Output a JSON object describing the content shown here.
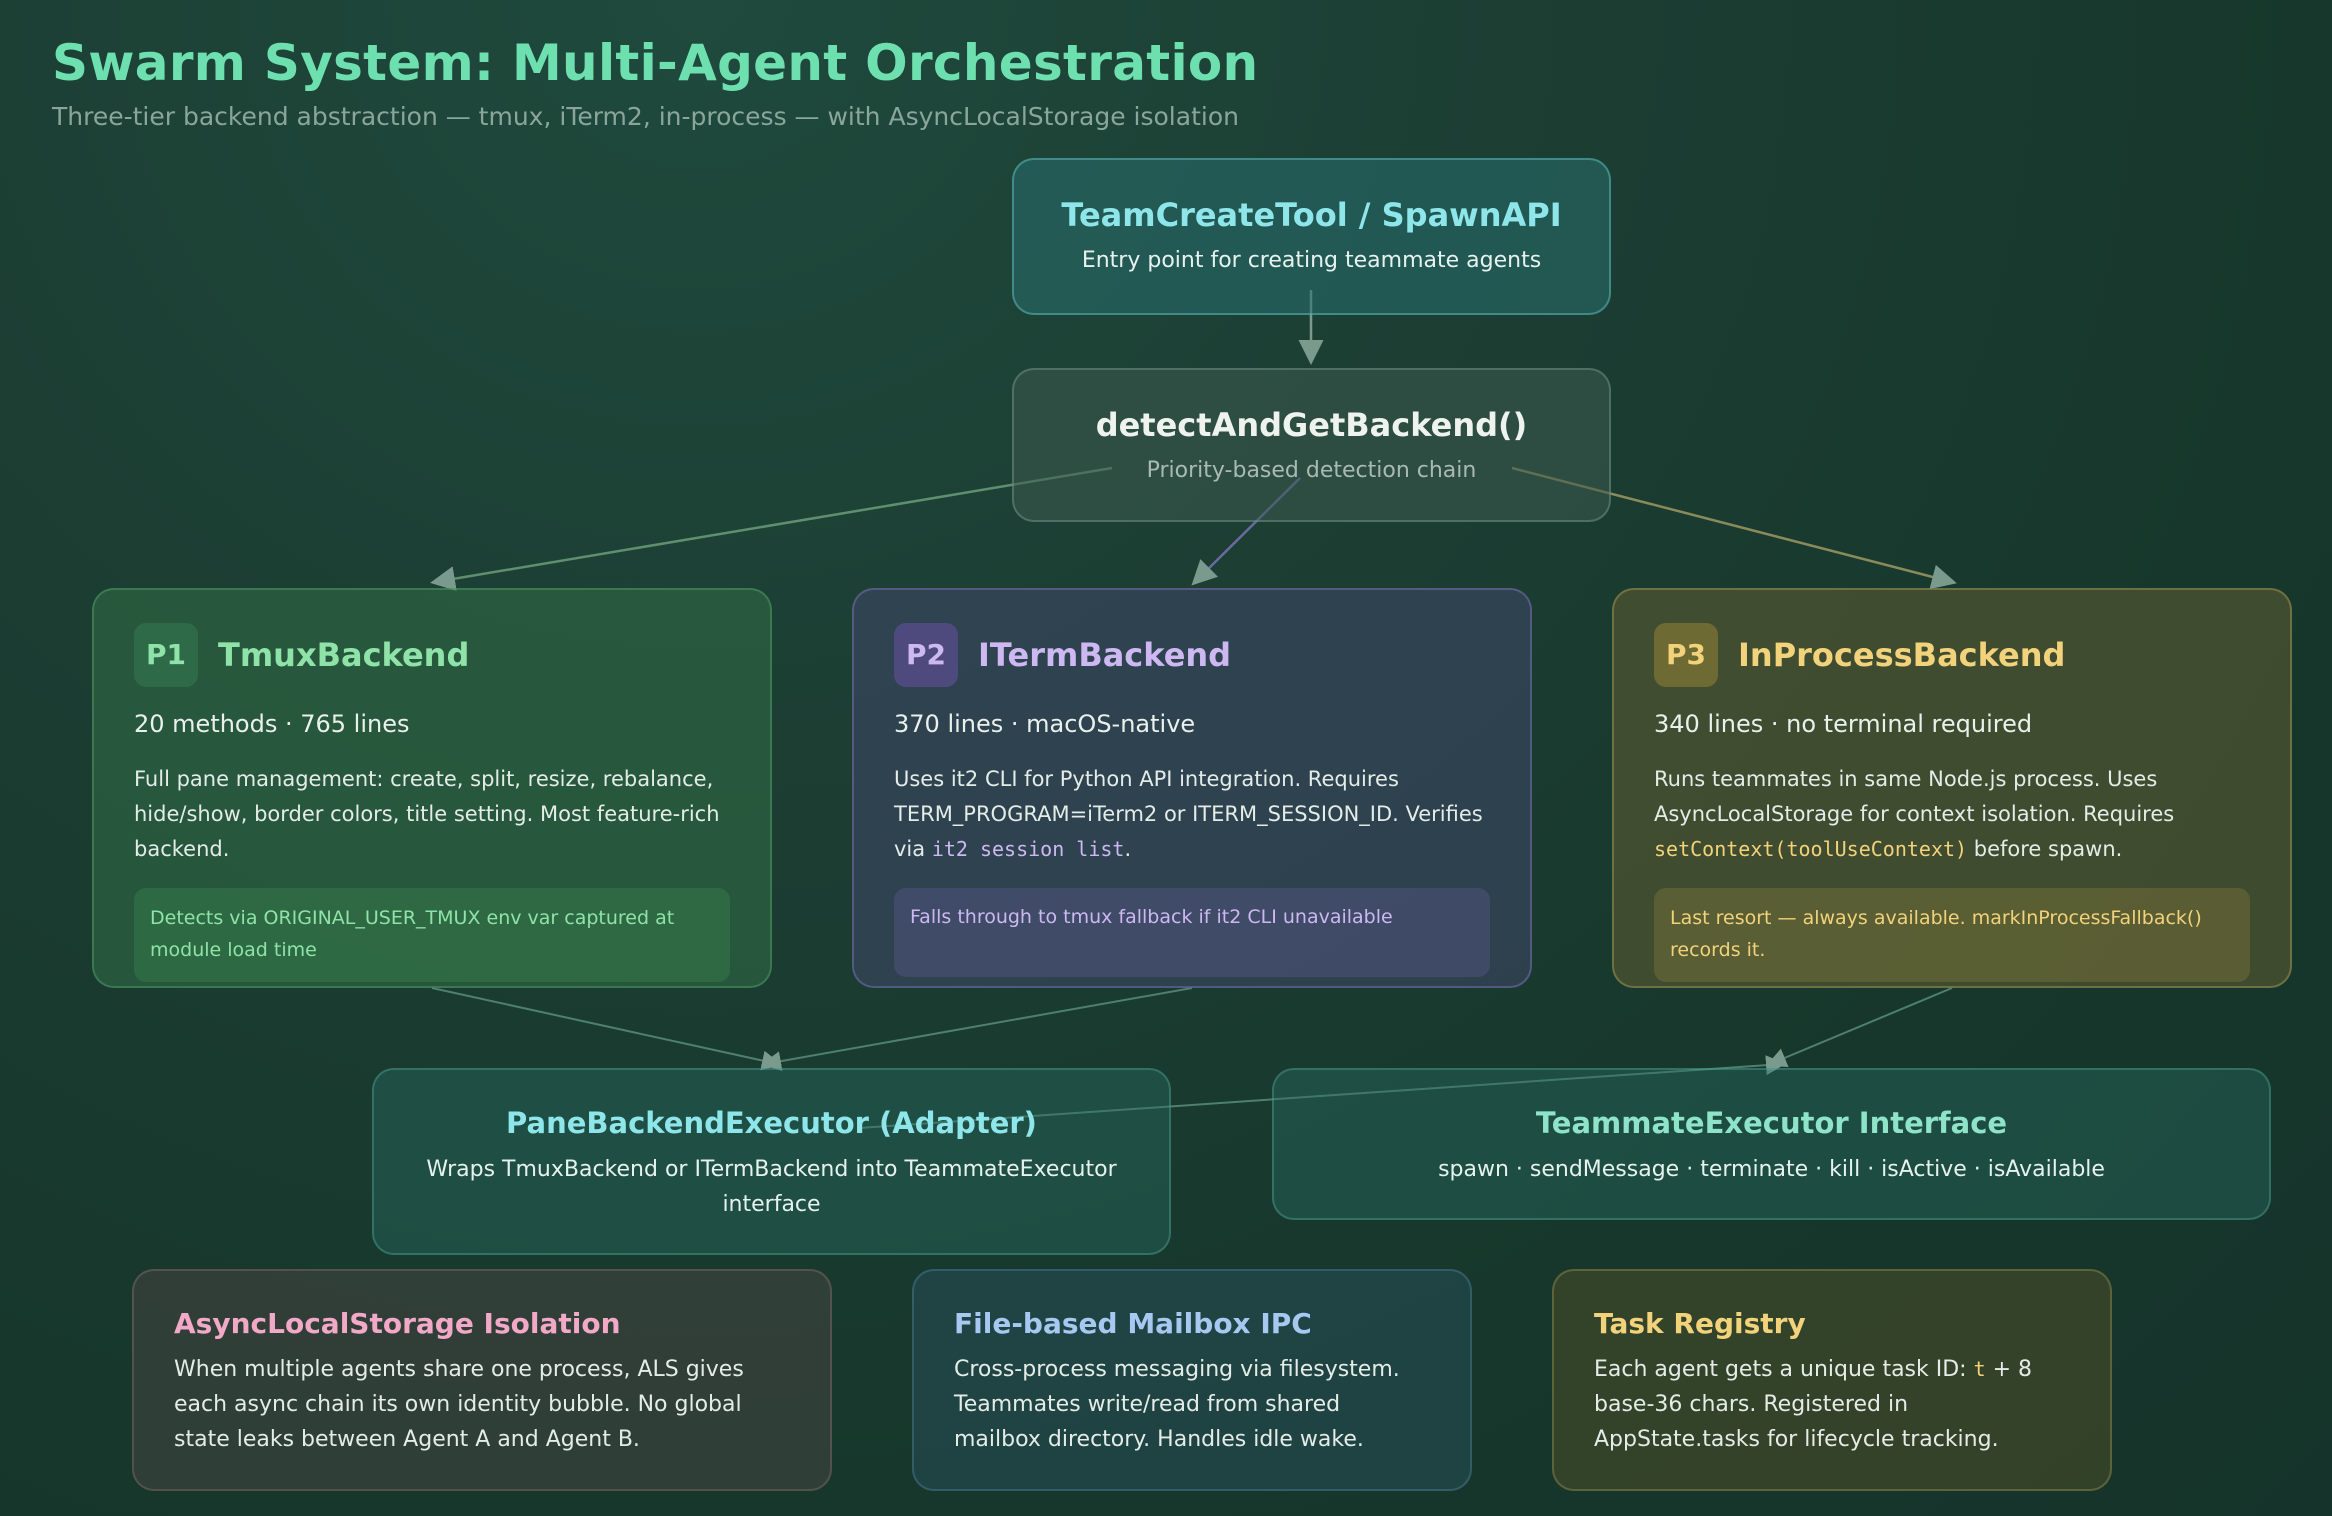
{
  "header": {
    "title": "Swarm System: Multi-Agent Orchestration",
    "subtitle": "Three-tier backend abstraction — tmux, iTerm2, in-process — with AsyncLocalStorage isolation"
  },
  "entry": {
    "title": "TeamCreateTool / SpawnAPI",
    "desc": "Entry point for creating teammate agents"
  },
  "detect": {
    "title": "detectAndGetBackend()",
    "desc": "Priority-based detection chain"
  },
  "backends": [
    {
      "badge": "P1",
      "title": "TmuxBackend",
      "meta": "20 methods · 765 lines",
      "body": "Full pane management: create, split, resize, rebalance, hide/show, border colors, title setting. Most feature-rich backend.",
      "note": "Detects via ORIGINAL_USER_TMUX env var captured at module load time"
    },
    {
      "badge": "P2",
      "title": "ITermBackend",
      "meta": "370 lines · macOS-native",
      "body_pre": "Uses it2 CLI for Python API integration. Requires TERM_PROGRAM=iTerm2 or ITERM_SESSION_ID. Verifies via ",
      "body_code": "it2 session list",
      "body_post": ".",
      "note": "Falls through to tmux fallback if it2 CLI unavailable"
    },
    {
      "badge": "P3",
      "title": "InProcessBackend",
      "meta": "340 lines · no terminal required",
      "body_pre": "Runs teammates in same Node.js process. Uses AsyncLocalStorage for context isolation. Requires ",
      "body_code": "setContext(toolUseContext)",
      "body_post": " before spawn.",
      "note": "Last resort — always available. markInProcessFallback() records it."
    }
  ],
  "executors": {
    "adapter": {
      "title": "PaneBackendExecutor (Adapter)",
      "desc": "Wraps TmuxBackend or ITermBackend into TeammateExecutor interface"
    },
    "interface": {
      "title": "TeammateExecutor Interface",
      "desc": "spawn · sendMessage · terminate · kill · isActive · isAvailable"
    }
  },
  "features": [
    {
      "title": "AsyncLocalStorage Isolation",
      "desc": "When multiple agents share one process, ALS gives each async chain its own identity bubble. No global state leaks between Agent A and Agent B."
    },
    {
      "title": "File-based Mailbox IPC",
      "desc": "Cross-process messaging via filesystem. Teammates write/read from shared mailbox directory. Handles idle wake."
    },
    {
      "title": "Task Registry",
      "desc_pre": "Each agent gets a unique task ID: ",
      "desc_code": "t",
      "desc_post": " + 8 base-36 chars. Registered in AppState.tasks for lifecycle tracking."
    }
  ],
  "colors": {
    "title": "#6ee0b0",
    "entry": "#8fe6ea",
    "p1": "#8fe3a8",
    "p2": "#cdb8f2",
    "p3": "#f2d27a",
    "als": "#f2a9c8",
    "mailbox": "#a8c8f2",
    "registry": "#f2d27a"
  }
}
